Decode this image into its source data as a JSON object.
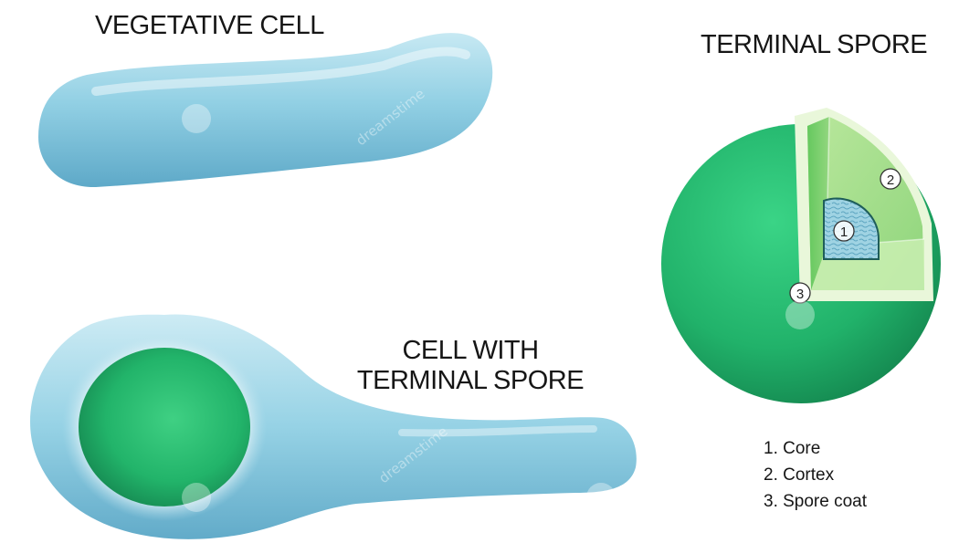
{
  "labels": {
    "vegetative": "VEGETATIVE CELL",
    "terminal": "TERMINAL SPORE",
    "cell_with_line1": "CELL WITH",
    "cell_with_line2": "TERMINAL SPORE"
  },
  "markers": {
    "core": "1",
    "cortex": "2",
    "coat": "3"
  },
  "legend": [
    "1. Core",
    "2. Cortex",
    "3. Spore coat"
  ],
  "watermark": {
    "text": "dreamstime"
  },
  "colors": {
    "cell_blue": "#8ccde2",
    "spore_green": "#2fbf73",
    "cortex_green": "#a9e08c",
    "coat_white": "#e9f7da"
  }
}
